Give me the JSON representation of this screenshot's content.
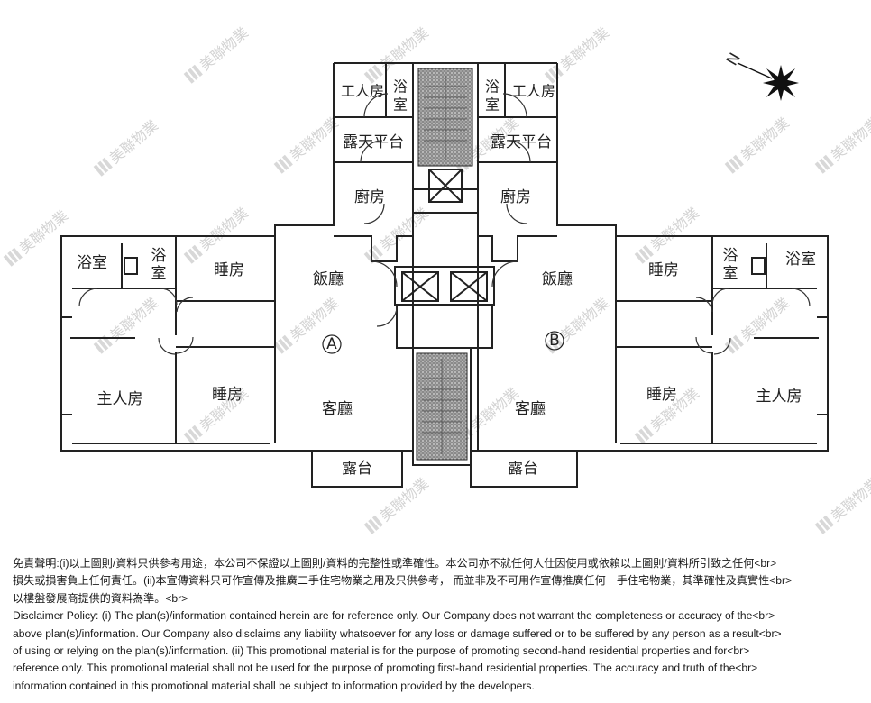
{
  "plan": {
    "unit_labels": {
      "a": "A",
      "b": "B"
    },
    "rooms": {
      "workers_room": "工人房",
      "bath": "浴室",
      "bath_vertical": [
        "浴",
        "室"
      ],
      "terrace": "露天平台",
      "kitchen": "廚房",
      "dining": "飯廳",
      "bedroom": "睡房",
      "master_bedroom": "主人房",
      "living": "客廳",
      "balcony": "露台"
    },
    "compass_letter": "N",
    "watermark": "美聯物業"
  },
  "disclaimer": {
    "zh_lines": [
      "免責聲明:(i)以上圖則/資料只供參考用途，本公司不保證以上圖則/資料的完整性或準確性。本公司亦不就任何人仕因使用或依賴以上圖則/資料所引致之任何<br>",
      "損失或損害負上任何責任。(ii)本宣傳資料只可作宣傳及推廣二手住宅物業之用及只供參考， 而並非及不可用作宣傳推廣任何一手住宅物業，其準確性及真實性<br>",
      "以樓盤發展商提供的資料為準。<br>"
    ],
    "en_lines": [
      "Disclaimer Policy: (i) The plan(s)/information contained herein are for reference only. Our Company does not warrant the completeness or accuracy of the<br>",
      "above plan(s)/information. Our Company also disclaims any liability whatsoever for any loss or damage suffered or to be suffered by any person as a result<br>",
      "of using or relying on the plan(s)/information. (ii) This promotional material is for the purpose of promoting second-hand residential properties and for<br>",
      "reference only. This promotional material shall not be used for the purpose of promoting first-hand residential properties. The accuracy and truth of the<br>",
      "information contained in this promotional material shall be subject to information provided by the developers."
    ]
  }
}
